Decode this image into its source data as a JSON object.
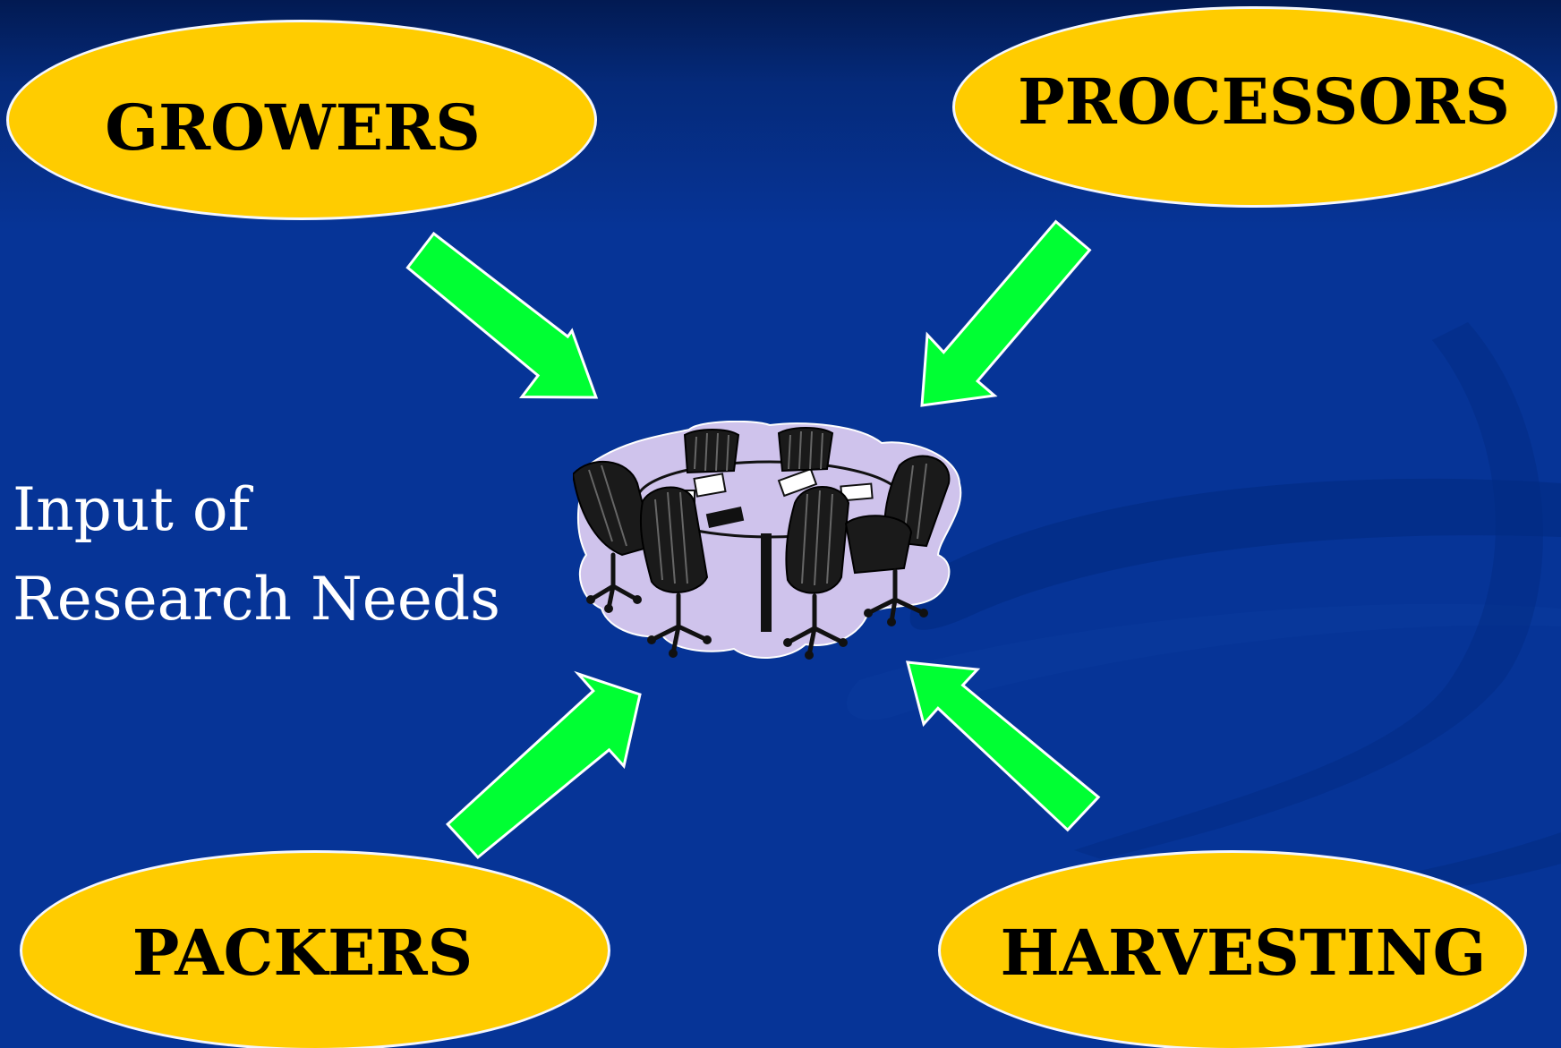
{
  "slide": {
    "background_color": "#063497",
    "accent_color": "#ffcc00",
    "arrow_color": "#00ff33"
  },
  "nodes": {
    "growers": "GROWERS",
    "processors": "PROCESSORS",
    "packers": "PACKERS",
    "harvesting": "HARVESTING"
  },
  "caption": {
    "line1": "Input of",
    "line2": "Research Needs"
  },
  "center": {
    "icon": "meeting-table-icon"
  }
}
